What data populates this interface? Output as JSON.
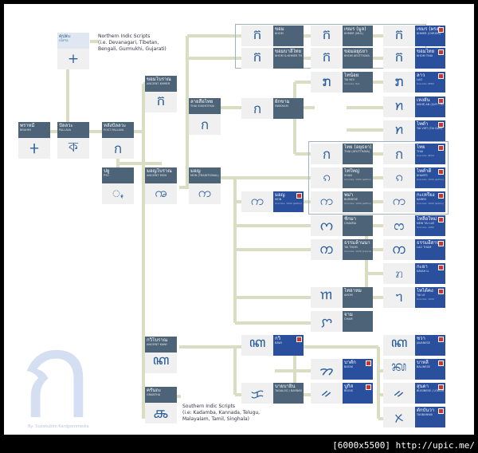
{
  "colors": {
    "connector": "#d9dec2",
    "dark_header": "#4d6378",
    "blue_header": "#2a4f9c"
  },
  "notes": {
    "northern": [
      "Northern Indic Scripts",
      "(i.e. Devanagari, Tibetan,",
      "Bengali, Gurmukhi, Gujarati)"
    ],
    "southern": [
      "Southern Indic Scripts",
      "(i.e: Kadamba, Kannada, Telugu,",
      "Malayalam, Tamil, Singhala)"
    ]
  },
  "watermark_letter": "ก",
  "credit": "By: Suzakubiro Kardpornmedia",
  "footer": "[6000x5500] http://upic.me/",
  "nodes": [
    {
      "id": "brahmi",
      "th": "พราหมี",
      "en": "BRAHMI",
      "glyph": "𑀓"
    },
    {
      "id": "gupta",
      "th": "คุปตะ",
      "en": "GUPTA",
      "glyph": "+",
      "style": "pale"
    },
    {
      "id": "pallava",
      "th": "ปัลลวะ",
      "en": "PALLAVA",
      "glyph": "ক"
    },
    {
      "id": "post_pallava",
      "th": "หลังปัลลวะ",
      "en": "POST PALLAVA",
      "glyph": "ก"
    },
    {
      "id": "pyu",
      "th": "ปยู",
      "en": "PYU",
      "glyph": "ꩻ"
    },
    {
      "id": "ancient_khmer",
      "th": "ขอมโบราณ",
      "en": "ANCIENT KHMER",
      "glyph": "ក"
    },
    {
      "id": "ancient_mon",
      "th": "มอญโบราณ",
      "en": "ANCIENT MON",
      "glyph": "ꩠ"
    },
    {
      "id": "thai_sukhothai",
      "th": "ลายสือไทย",
      "en": "THAI SUKHOTHAI",
      "glyph": "ก"
    },
    {
      "id": "mon_traditional",
      "th": "มอญ",
      "en": "MON (TRADITIONAL)",
      "glyph": "က"
    },
    {
      "id": "fakkham",
      "th": "ฝักขาม",
      "en": "FAKKHAM",
      "glyph": "ก"
    },
    {
      "id": "khom",
      "th": "ขอม",
      "en": "KHOM",
      "glyph": "ក"
    },
    {
      "id": "khom_thai",
      "th": "ขอมบาลีไทย",
      "en": "KHOM & KHMER THAI",
      "glyph": "ក"
    },
    {
      "id": "khmer_mul",
      "th": "เขมร (มูล)",
      "en": "KHMER (MUL)",
      "glyph": "ក"
    },
    {
      "id": "khmer_ayutthaya",
      "th": "ขอมอยุธยา",
      "en": "KHOM AYUTTHAYA",
      "glyph": "ក"
    },
    {
      "id": "khmer_chrior",
      "th": "เขมร (ผรง)",
      "en": "KHMER (CHRIOR)",
      "glyph": "ក",
      "style": "blue"
    },
    {
      "id": "khom_thai2",
      "th": "ขอมไทย",
      "en": "KHOM THAI",
      "glyph": "ក",
      "style": "blue"
    },
    {
      "id": "tai_noi",
      "th": "ไทน้อย",
      "en": "TAI NOI",
      "sub": "Unicode: N/A",
      "glyph": "ກ"
    },
    {
      "id": "lao",
      "th": "ลาว",
      "en": "LAO",
      "sub": "Unicode: 0E80",
      "glyph": "ກ",
      "style": "blue"
    },
    {
      "id": "nghe_an",
      "th": "เหงอัน",
      "en": "NGHỆ AN (QUỲ CHÂU)",
      "glyph": "ꪀ",
      "style": "blue"
    },
    {
      "id": "tai_viet",
      "th": "ไทดำ",
      "en": "TAI VIET (TAI DAM)",
      "glyph": "ꪀ",
      "style": "blue"
    },
    {
      "id": "thai_ayutthaya",
      "th": "ไทย (อยุธยา)",
      "en": "THAI (AYUTTHAYA)",
      "glyph": "ก"
    },
    {
      "id": "thai",
      "th": "ไทย",
      "en": "THAI",
      "sub": "Unicode: 0E00",
      "glyph": "ก",
      "style": "blue"
    },
    {
      "id": "tai_yai",
      "th": "ไทใหญ่",
      "en": "SHAN",
      "sub": "Unicode: 1000 (within)",
      "glyph": "ၵ"
    },
    {
      "id": "khamti",
      "th": "ไทคำตี่",
      "en": "KHAMTI",
      "sub": "Unicode: 1000 (within)",
      "glyph": "ၵ",
      "style": "blue"
    },
    {
      "id": "mon",
      "th": "มอญ",
      "en": "MON",
      "sub": "Unicode: 1000 (within)",
      "glyph": "က",
      "style": "blue"
    },
    {
      "id": "burmese",
      "th": "พม่า",
      "en": "BURMESE",
      "sub": "Unicode: 1000 (within)",
      "glyph": "က"
    },
    {
      "id": "karen",
      "th": "กะเหรี่ยง",
      "en": "KAREN",
      "sub": "Unicode: 1000 (within)",
      "glyph": "က",
      "style": "blue"
    },
    {
      "id": "cham",
      "th": "ชักมา",
      "en": "CHAKMA",
      "glyph": "𑄇"
    },
    {
      "id": "new_tai_lue",
      "th": "ไทลื้อใหม่",
      "en": "NEW TAI LUE",
      "sub": "Unicode: 1980",
      "glyph": "ᦂ",
      "style": "blue"
    },
    {
      "id": "tai_tham",
      "th": "ธรรมล้านนา",
      "en": "TAI THAM",
      "sub": "Unicode: 1A20 (Lanna)",
      "glyph": "ᨠ"
    },
    {
      "id": "lao_tham",
      "th": "ธรรมอีสาน",
      "en": "LAO THAM",
      "glyph": "ᨠ",
      "style": "blue"
    },
    {
      "id": "kayah_li",
      "th": "กะยา",
      "en": "KAYAH LI",
      "glyph": "ꤊ",
      "style": "blue"
    },
    {
      "id": "ahom",
      "th": "ไทอาหม",
      "en": "AHOM",
      "glyph": "𑜀"
    },
    {
      "id": "tai_le",
      "th": "ไทไต้คง",
      "en": "TAI LE",
      "sub": "Unicode: 1950",
      "glyph": "ᥐ",
      "style": "blue"
    },
    {
      "id": "cham2",
      "th": "จาม",
      "en": "CHAM",
      "glyph": "ꨆ"
    },
    {
      "id": "ancient_kawi",
      "th": "กวิโบราณ",
      "en": "ANCIENT KAWI",
      "glyph": "ꦏ"
    },
    {
      "id": "kawi",
      "th": "กวิ",
      "en": "KAWI",
      "glyph": "ꦏ",
      "style": "blue"
    },
    {
      "id": "grantha",
      "th": "ครันถะ",
      "en": "GRANTHA",
      "glyph": "𑌕"
    },
    {
      "id": "batak",
      "th": "บาตัก",
      "en": "BATAK",
      "glyph": "ᯂ",
      "style": "blue"
    },
    {
      "id": "tagalog",
      "th": "บายบายิน",
      "en": "TAGALOG / BAYBAYIN",
      "glyph": "ᜃ"
    },
    {
      "id": "bugis",
      "th": "บูกิส",
      "en": "BUGIS",
      "glyph": "ᨀ",
      "style": "blue"
    },
    {
      "id": "javanese",
      "th": "ชวา",
      "en": "JAVANESE",
      "glyph": "ꦏ",
      "style": "blue"
    },
    {
      "id": "balinese",
      "th": "บาหลี",
      "en": "BALINESE",
      "glyph": "ᬓ",
      "style": "blue"
    },
    {
      "id": "lontara",
      "th": "สุนดา",
      "en": "BUGINESE / LONTARA",
      "glyph": "ᨀ",
      "style": "blue"
    },
    {
      "id": "tagbanwa",
      "th": "ตักบันวา",
      "en": "TAGBANWA",
      "glyph": "ᝣ",
      "style": "blue"
    }
  ]
}
